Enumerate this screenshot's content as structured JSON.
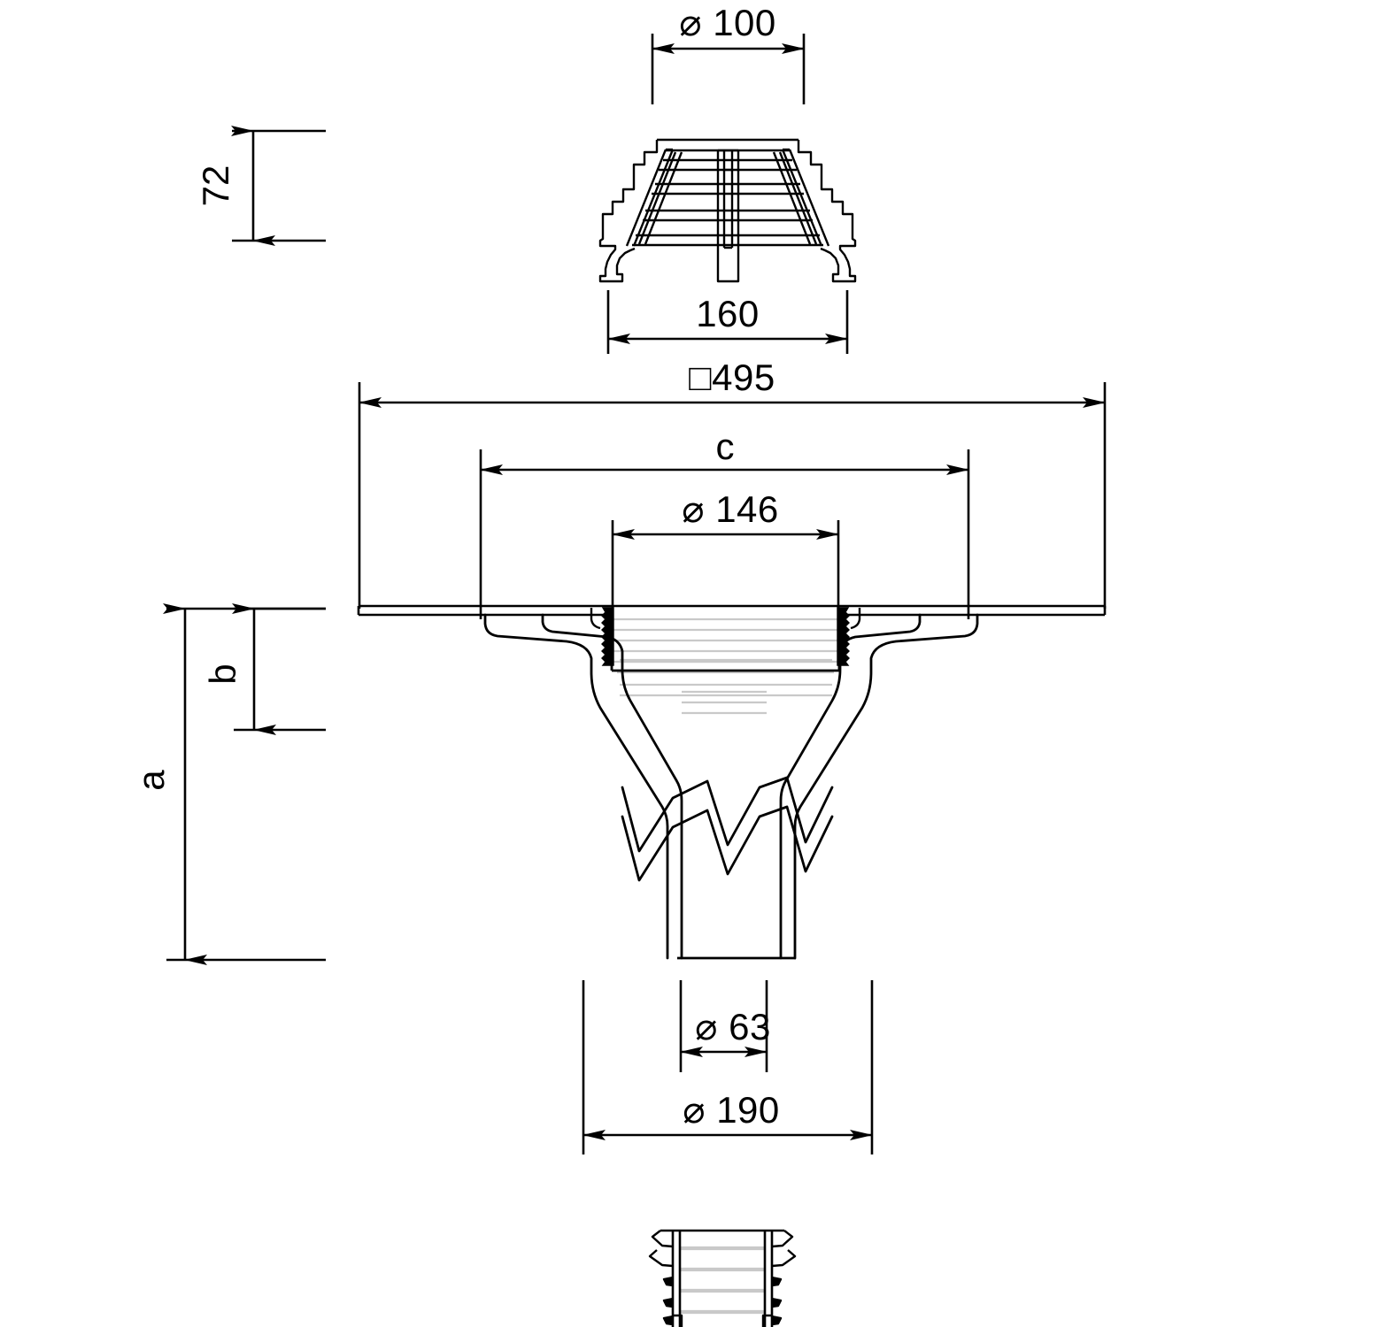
{
  "drawing": {
    "type": "technical-section-drawing",
    "subject": "roof-drain-assembly",
    "units": "mm",
    "background_color": "#ffffff",
    "line_color": "#000000",
    "hidden_line_color": "#c8c8c8"
  },
  "dimensions": {
    "top_grate_inner": {
      "label": "⌀ 100",
      "symbol": "diameter",
      "value": 100
    },
    "top_grate_outer": {
      "label": "160",
      "symbol": "none",
      "value": 160
    },
    "grate_height": {
      "label": "72",
      "symbol": "none",
      "value": 72,
      "rotated": true
    },
    "flange_width": {
      "label": "□495",
      "symbol": "square",
      "value": 495
    },
    "body_width_c": {
      "label": "c",
      "symbol": "none",
      "value": "c"
    },
    "neck_bore": {
      "label": "⌀ 146",
      "symbol": "diameter",
      "value": 146
    },
    "total_height_a": {
      "label": "a",
      "symbol": "none",
      "value": "a",
      "rotated": true
    },
    "body_height_b": {
      "label": "b",
      "symbol": "none",
      "value": "b",
      "rotated": true
    },
    "outlet_bore": {
      "label": "⌀ 63",
      "symbol": "diameter",
      "value": 63
    },
    "outlet_outer": {
      "label": "⌀ 190",
      "symbol": "diameter",
      "value": 190
    }
  },
  "views": {
    "grate_detail": {
      "name": "grate-top-detail-view"
    },
    "main_section": {
      "name": "drain-body-section-view"
    },
    "sleeve_detail": {
      "name": "outlet-sleeve-detail-view"
    }
  }
}
